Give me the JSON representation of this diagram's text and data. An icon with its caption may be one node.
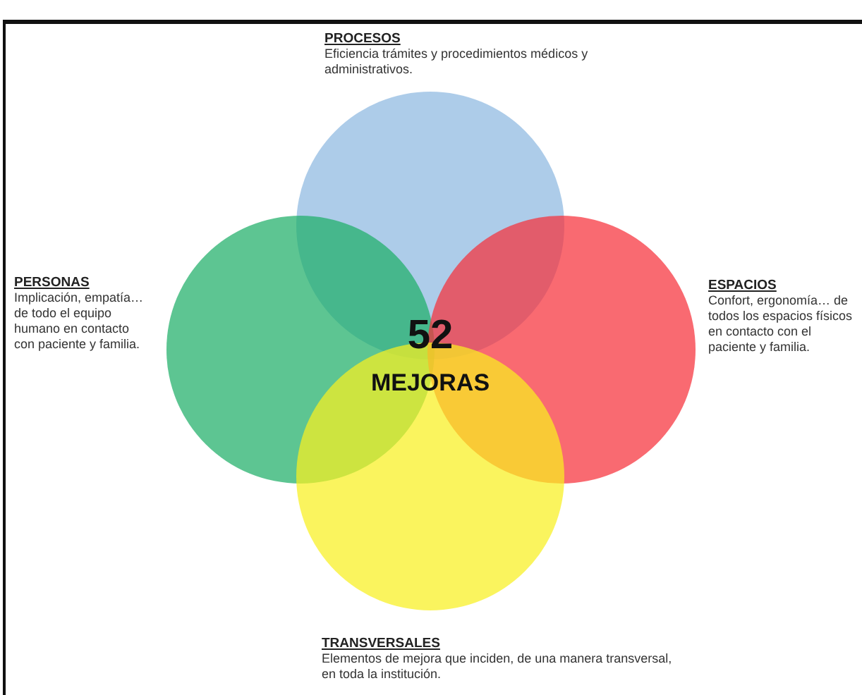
{
  "diagram": {
    "nodes": [
      {
        "text": [
          "PROCESOS",
          "Eficiencia trámites y procedimientos médicos y administrativos."
        ]
      },
      {
        "text": [
          "PERSONAS",
          "Implicación, empatía… de todo el equipo humano en contacto con paciente y familia."
        ]
      },
      {
        "text": [
          "ESPACIOS",
          "Confort, ergonomía… de todos los espacios físicos en contacto con el paciente y familia."
        ]
      },
      {
        "text": [
          "TRANSVERSALES",
          "Elementos de mejora que inciden, de una manera transversal, en toda la institución."
        ]
      }
    ],
    "labels": [
      "52",
      "MEJORAS"
    ]
  }
}
